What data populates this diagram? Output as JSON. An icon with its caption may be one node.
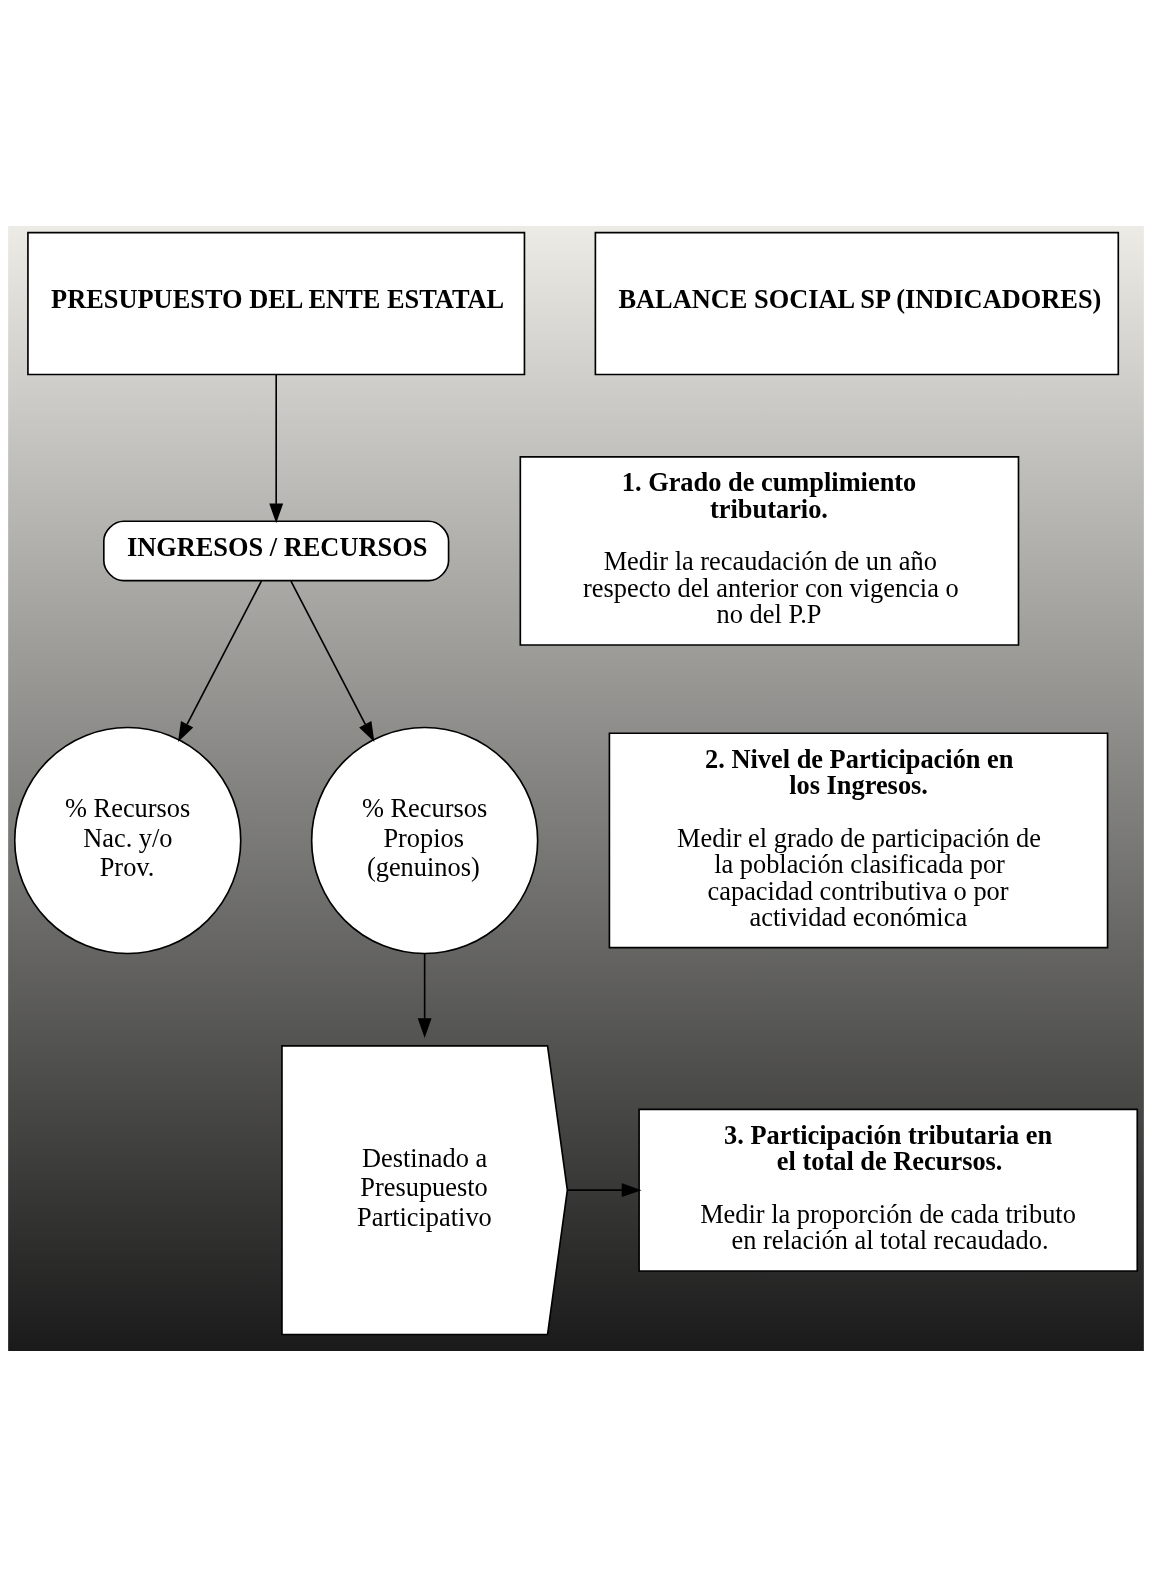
{
  "diagram": {
    "nodes": [
      {
        "text": [
          "PRESUPUESTO DEL ENTE ESTATAL"
        ]
      },
      {
        "text": [
          "BALANCE SOCIAL SP (INDICADORES)"
        ]
      },
      {
        "text": [
          "INGRESOS / RECURSOS"
        ]
      },
      {
        "text": [
          "% Recursos Nac. y/o Prov."
        ]
      },
      {
        "text": [
          "% Recursos Propios (genuinos)"
        ]
      },
      {
        "text": [
          "1. Grado de cumplimiento tributario.",
          "Medir la recaudación de un año respecto del anterior con vigencia o no del P.P"
        ]
      },
      {
        "text": [
          "2. Nivel de Participación en los Ingresos.",
          "Medir el grado de participación de la población clasificada por capacidad contributiva o por actividad económica"
        ]
      },
      {
        "text": [
          "Destinado a Presupuesto Participativo"
        ]
      },
      {
        "text": [
          "3. Participación tributaria en el total de Recursos.",
          "Medir la proporción de cada tributo en relación al total recaudado."
        ]
      }
    ],
    "edges": [
      {
        "from": 0,
        "to": 2,
        "arrow": "to"
      },
      {
        "from": 2,
        "to": 3,
        "arrow": "to"
      },
      {
        "from": 2,
        "to": 4,
        "arrow": "to"
      },
      {
        "from": 4,
        "to": 7,
        "arrow": "to"
      },
      {
        "from": 7,
        "to": 8,
        "arrow": "to"
      }
    ]
  }
}
